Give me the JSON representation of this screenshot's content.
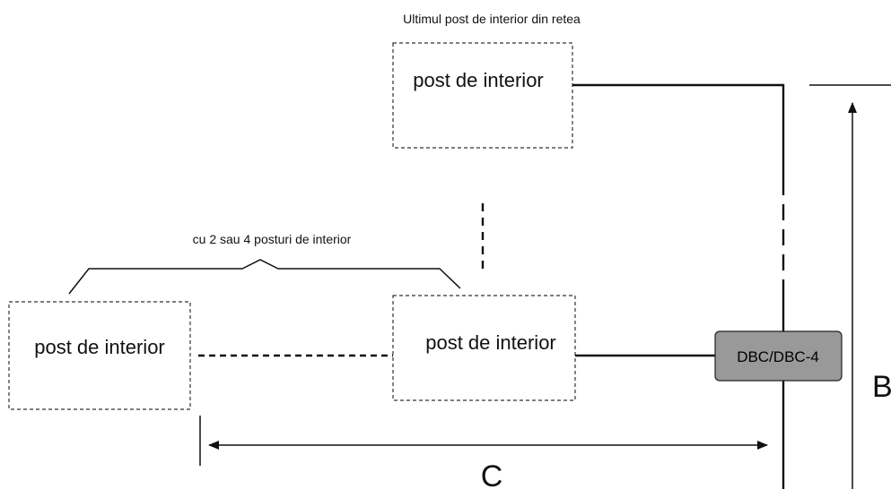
{
  "captions": {
    "top": "Ultimul post de interior din retea",
    "bracket": "cu 2 sau 4 posturi de interior"
  },
  "stations": {
    "top": "post de interior",
    "left": "post de interior",
    "middle": "post de interior"
  },
  "controller": {
    "label": "DBC/DBC-4",
    "color": "#999999"
  },
  "dimensions": {
    "horizontal": "C",
    "vertical": "B"
  }
}
